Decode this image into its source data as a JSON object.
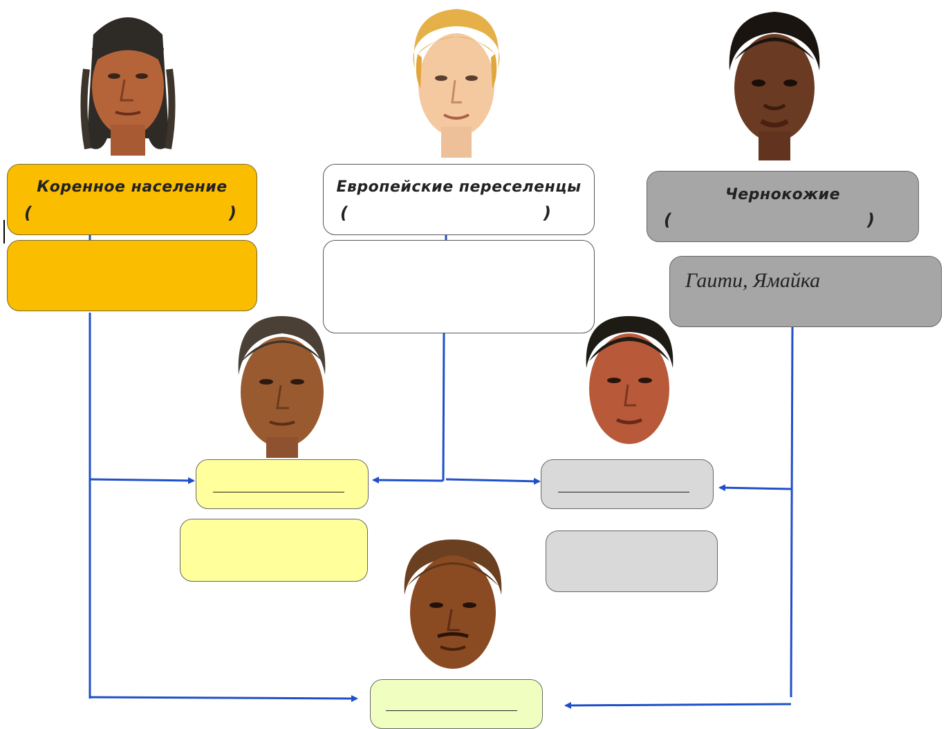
{
  "groups": {
    "native": {
      "title": "Коренное население",
      "paren_open": "(",
      "paren_close": ")",
      "detail": ""
    },
    "european": {
      "title": "Европейские переселенцы",
      "paren_open": "(",
      "paren_close": ")",
      "detail": ""
    },
    "black": {
      "title": "Чернокожие",
      "paren_open": "(",
      "paren_close": ")",
      "detail": "Гаити, Ямайка"
    }
  },
  "mixed": {
    "left": {
      "answer": "",
      "detail": ""
    },
    "right": {
      "answer": "",
      "detail": ""
    },
    "bottom": {
      "answer": ""
    }
  },
  "colors": {
    "native": "#fbbd00",
    "european": "#ffffff",
    "black": "#a6a6a6",
    "mestizo": "#ffff9c",
    "mulatto": "#d9d9d9",
    "sambo": "#f0ffc0",
    "connector": "#1f4fc8"
  },
  "icons": [
    "native-american-face",
    "european-face",
    "african-face",
    "mestizo-face",
    "mulatto-face",
    "sambo-face"
  ]
}
